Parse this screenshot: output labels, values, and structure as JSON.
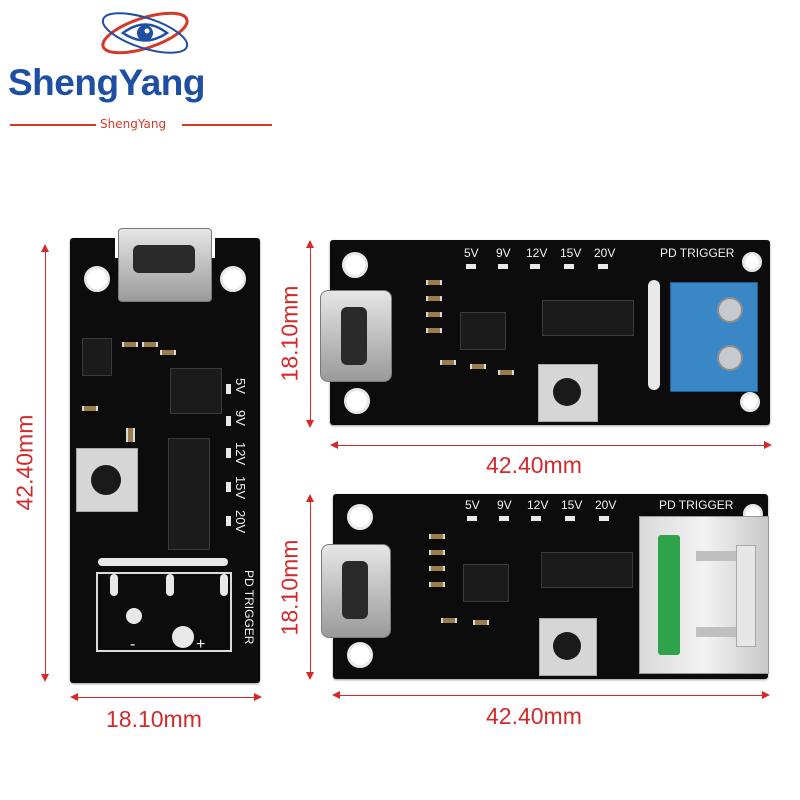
{
  "brand": {
    "name": "ShengYang",
    "subtitle": "ShengYang",
    "primary_color": "#1e4fa3",
    "accent_color": "#d43a2a"
  },
  "dimensions": {
    "color": "#d22a2a",
    "left_board_height": "42.40mm",
    "left_board_width": "18.10mm",
    "top_right_board_height": "18.10mm",
    "top_right_board_width": "42.40mm",
    "bottom_right_board_height": "18.10mm",
    "bottom_right_board_width": "42.40mm"
  },
  "silkscreen": {
    "voltages": [
      "5V",
      "9V",
      "12V",
      "15V",
      "20V"
    ],
    "label": "PD TRIGGER",
    "minus": "-",
    "plus": "+"
  }
}
